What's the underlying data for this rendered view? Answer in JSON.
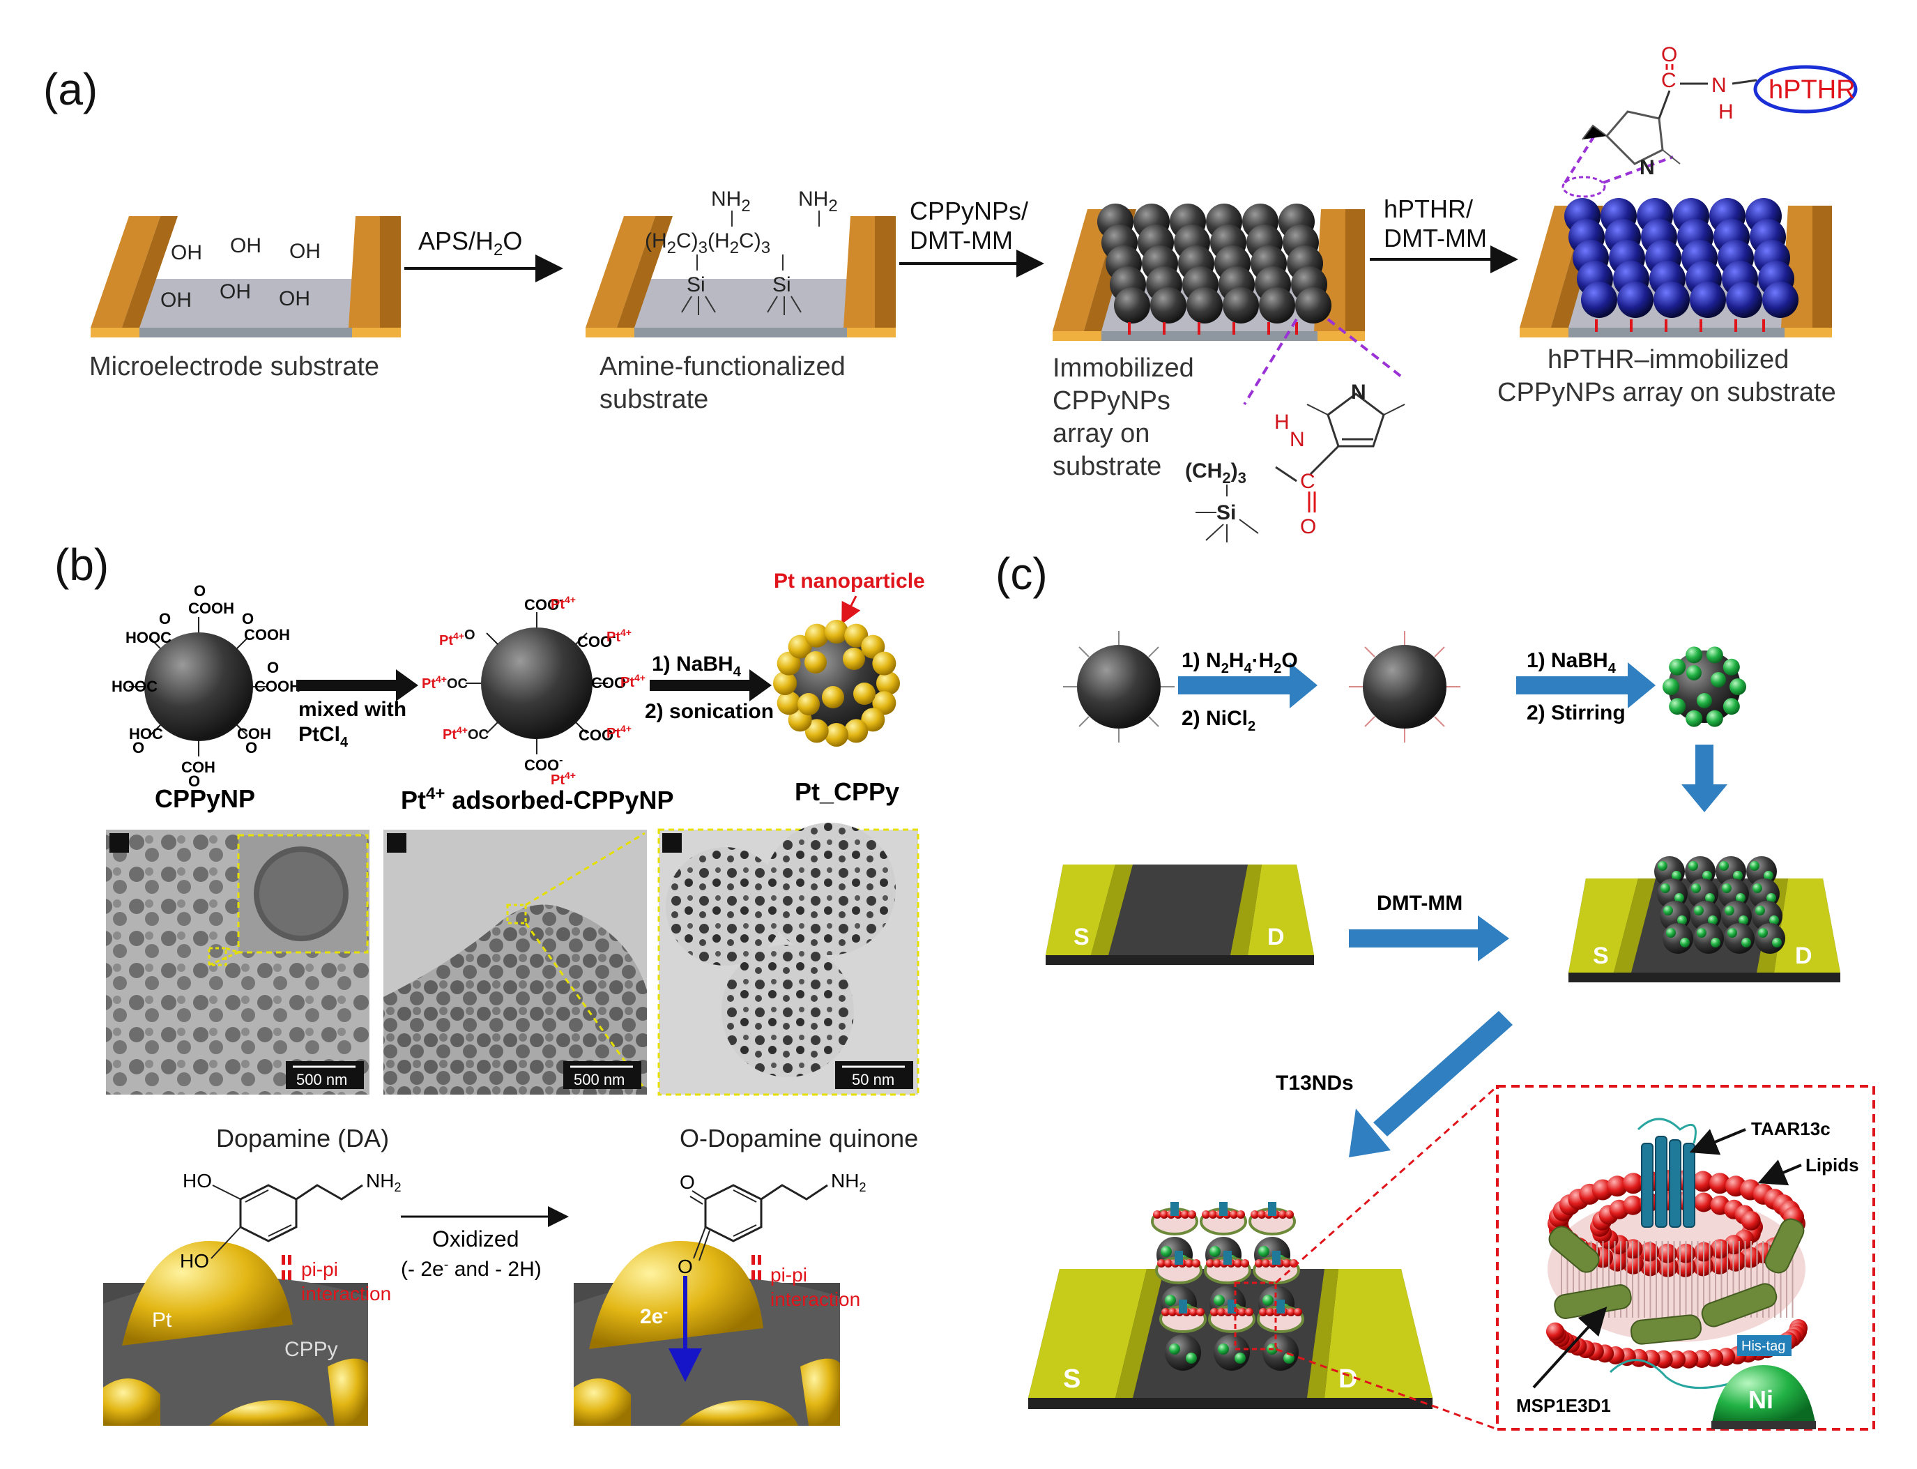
{
  "panels": {
    "a": {
      "label": "(a)",
      "step1": {
        "oh1": "OH",
        "oh2": "OH",
        "oh3": "OH",
        "oh4": "OH",
        "oh5": "OH",
        "oh6": "OH",
        "caption": "Microelectrode substrate"
      },
      "arrow1": {
        "line1": "APS/H",
        "sub": "2",
        "line1b": "O"
      },
      "step2": {
        "nh2a": "NH",
        "nh2b": "NH",
        "sub2": "2",
        "chain": "(H",
        "sub3": "3",
        "si": "Si",
        "caption1": "Amine-functionalized",
        "caption2": "substrate"
      },
      "arrow2": {
        "line1": "CPPyNPs/",
        "line2": "DMT-MM"
      },
      "step3": {
        "caption1": "Immobilized",
        "caption2": "CPPyNPs",
        "caption3": "array on",
        "caption4": "substrate",
        "chain": "(CH",
        "sub2": "2",
        "sub3": "3",
        "si": "Si",
        "n": "N",
        "h": "H",
        "o": "O",
        "c": "C"
      },
      "arrow3": {
        "line1": "hPTHR/",
        "line2": "DMT-MM"
      },
      "step4": {
        "receptor": "hPTHR",
        "o": "O",
        "c": "C",
        "n": "N",
        "h": "H",
        "ringN": "N",
        "caption1": "hPTHR–immobilized",
        "caption2": "CPPyNPs array on substrate"
      }
    },
    "b": {
      "label": "(b)",
      "particle1": {
        "name": "CPPyNP",
        "cooh": "COOH",
        "hooc": "HOOC",
        "o": "O",
        "cooh2": "COH",
        "hoc": "HOC"
      },
      "arrow1": {
        "line1": "mixed with",
        "line2": "PtCl",
        "sub": "4"
      },
      "particle2": {
        "name_pre": "Pt",
        "name_sup": "4+",
        "name_post": " adsorbed-CPPyNP",
        "pt": "Pt",
        "pt_sup": "4+",
        "coo": "CO",
        "ocp": "OC",
        "o_minus": "O",
        "sup_minus": "-"
      },
      "arrow2": {
        "line1": "1) NaBH",
        "sub": "4",
        "line2": "2) sonication"
      },
      "particle3": {
        "name": "Pt_CPPy",
        "callout": "Pt nanoparticle"
      },
      "tem": [
        {
          "scale": "500 nm"
        },
        {
          "scale": "500 nm"
        },
        {
          "scale": "50 nm"
        }
      ],
      "reaction": {
        "left_title": "Dopamine (DA)",
        "right_title": "O-Dopamine quinone",
        "ho1": "HO",
        "ho2": "HO",
        "nh2": "NH",
        "nh2sub": "2",
        "o1": "O",
        "o2": "O",
        "arrow_l1": "Oxidized",
        "arrow_l2a": "(- 2e",
        "arrow_l2sup": "-",
        "arrow_l2b": " and - 2H)",
        "pipi1": "pi-pi",
        "pipi2": "interaction",
        "pt": "Pt",
        "cppy": "CPPy",
        "two_e": "2e",
        "two_e_sup": "-"
      }
    },
    "c": {
      "label": "(c)",
      "arrow1": {
        "line1a": "1) N",
        "s1": "2",
        "line1b": "H",
        "s2": "4",
        "line1c": "·H",
        "s3": "2",
        "line1d": "O",
        "line2a": "2) NiCl",
        "line2s": "2"
      },
      "arrow2": {
        "line1": "1) NaBH",
        "sub": "4",
        "line2": "2) Stirring"
      },
      "arrow3": {
        "label": "DMT-MM"
      },
      "arrow4": {
        "label": "T13NDs"
      },
      "electrodes": {
        "s": "S",
        "d": "D"
      },
      "inset": {
        "taar": "TAAR13c",
        "lipids": "Lipids",
        "msp": "MSP1E3D1",
        "histag": "His-tag",
        "ni": "Ni"
      }
    }
  },
  "colors": {
    "electrode_gold": "#d08a2c",
    "electrode_yellow": "#c7cc1a",
    "substrate_gray": "#b9b9c4",
    "particle_dark": "#2b2b2b",
    "pt_gold": "#e5b81c",
    "arrow_blue": "#2f7fc1",
    "red": "#e0141b",
    "purple": "#9a32d6",
    "nano_green": "#23b24a"
  }
}
